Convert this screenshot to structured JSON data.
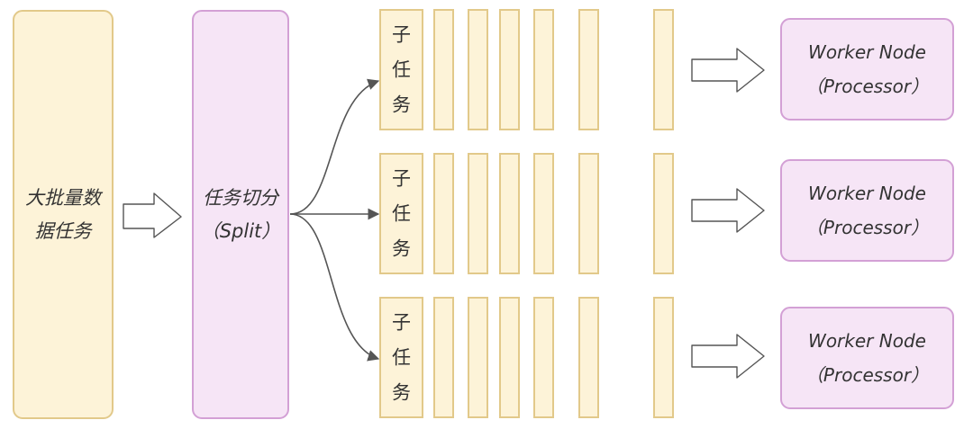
{
  "source_box": {
    "label": "大批量数\n据任务"
  },
  "split_box": {
    "label": "任务切分\n（Split）"
  },
  "subtask_label": "子\n任\n务",
  "worker_label": "Worker Node\n（Processor）",
  "colors": {
    "yellow_fill": "#fdf3d8",
    "yellow_border": "#e2c98a",
    "pink_fill": "#f6e5f6",
    "pink_border": "#d3a0d5",
    "line": "#555555"
  }
}
